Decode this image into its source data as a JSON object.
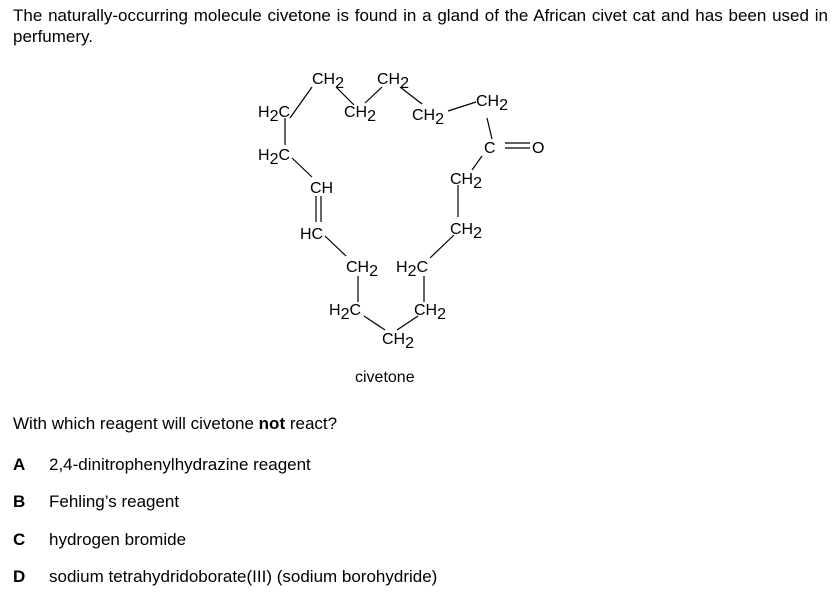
{
  "intro": "The naturally-occurring molecule civetone is found in a gland of the African civet cat and has been used in perfumery.",
  "structure": {
    "caption": "civetone",
    "groups": {
      "ch2": "CH",
      "h2c": "H",
      "c_letter": "C",
      "sub2": "2",
      "ch": "CH",
      "hc": "HC",
      "carbonyl_c": "C",
      "carbonyl_o": "O"
    }
  },
  "question": {
    "before": "With which reagent will civetone ",
    "bold": "not",
    "after": " react?"
  },
  "options": [
    {
      "letter": "A",
      "text": "2,4-dinitrophenylhydrazine reagent"
    },
    {
      "letter": "B",
      "text": "Fehling’s reagent"
    },
    {
      "letter": "C",
      "text": "hydrogen bromide"
    },
    {
      "letter": "D",
      "text": "sodium tetrahydridoborate(III) (sodium borohydride)"
    }
  ]
}
